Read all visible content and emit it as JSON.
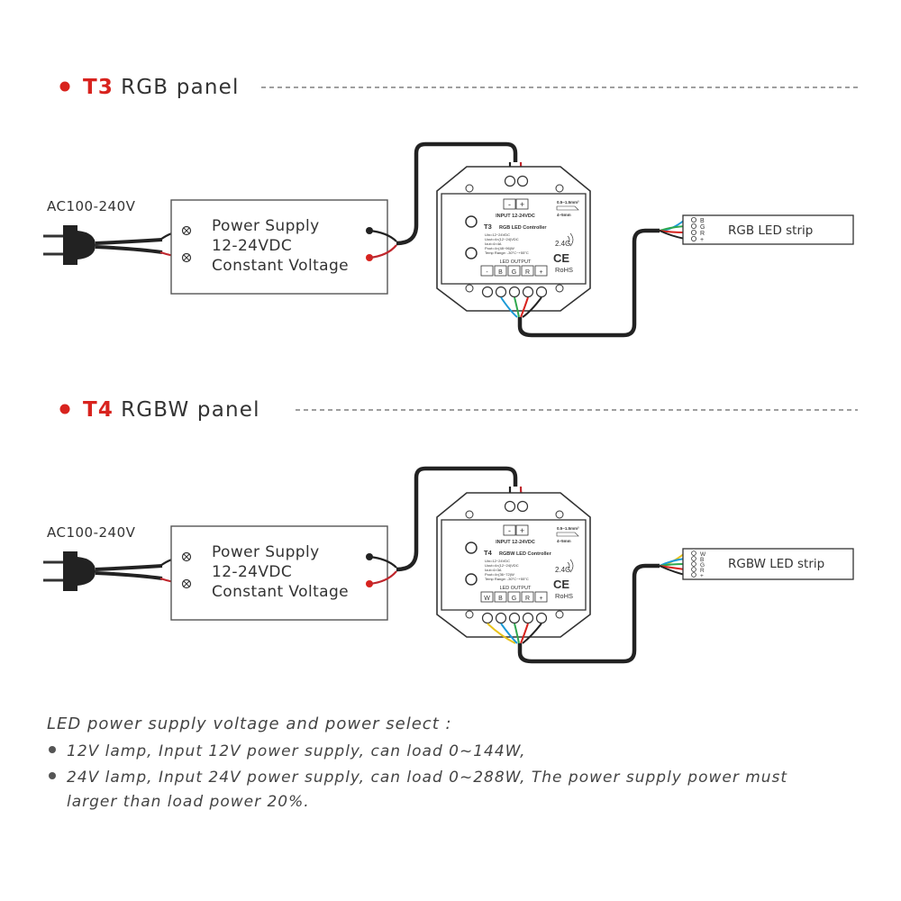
{
  "sections": [
    {
      "code": "T3",
      "name": "RGB panel",
      "ac_label": "AC100-240V",
      "power_supply": [
        "Power Supply",
        "12-24VDC",
        "Constant Voltage"
      ],
      "controller": {
        "model": "T3",
        "name": "RGB LED Controller",
        "input": "INPUT 12-24VDC",
        "wire_spec": "0.5~1.5mm²",
        "strip_len": "4~5mm",
        "specs": [
          "Uin=12~24VDC",
          "Uout=4×(12~24)VDC",
          "Iout=4×4A",
          "Pout=4×(48~96)W",
          "Temp Range: -30°C~+55°C"
        ],
        "freq": "2.4G",
        "output_label": "LED OUTPUT",
        "terminals": [
          "-",
          "B",
          "G",
          "R",
          "+"
        ],
        "input_terminals": [
          "-",
          "+"
        ]
      },
      "strip": {
        "label": "RGB LED strip",
        "pins": [
          "B",
          "G",
          "R",
          "+"
        ]
      }
    },
    {
      "code": "T4",
      "name": "RGBW panel",
      "ac_label": "AC100-240V",
      "power_supply": [
        "Power Supply",
        "12-24VDC",
        "Constant Voltage"
      ],
      "controller": {
        "model": "T4",
        "name": "RGBW LED Controller",
        "input": "INPUT 12-24VDC",
        "wire_spec": "0.5~1.5mm²",
        "strip_len": "4~5mm",
        "specs": [
          "Uin=12~24VDC",
          "Uout=4×(12~24)VDC",
          "Iout=4×3A",
          "Pout=4×(36~72)W",
          "Temp Range: -30°C~+55°C"
        ],
        "freq": "2.4G",
        "output_label": "LED OUTPUT",
        "terminals": [
          "W",
          "B",
          "G",
          "R",
          "+"
        ],
        "input_terminals": [
          "-",
          "+"
        ]
      },
      "strip": {
        "label": "RGBW LED strip",
        "pins": [
          "W",
          "B",
          "G",
          "R",
          "+"
        ]
      }
    }
  ],
  "notes": {
    "heading": "LED power supply voltage and power select :",
    "items": [
      "12V lamp, Input 12V power supply, can load 0~144W,",
      "24V lamp, Input 24V power supply, can load 0~288W, The power supply power must larger than load power 20%."
    ]
  }
}
